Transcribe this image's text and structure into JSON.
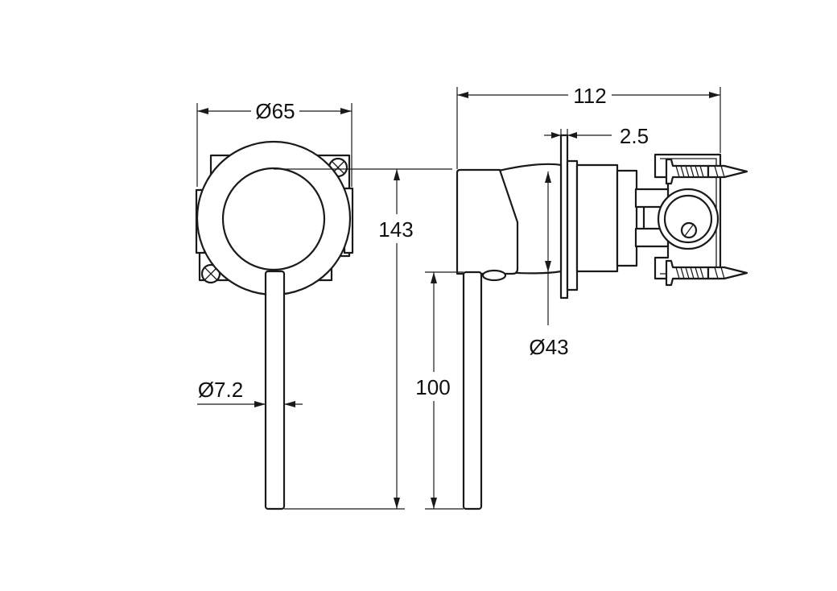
{
  "dimensions": {
    "outer_diameter": "Ø65",
    "handle_diameter": "Ø7.2",
    "overall_height": "143",
    "handle_length": "100",
    "overall_depth": "112",
    "flange_thickness": "2.5",
    "body_diameter": "Ø43"
  }
}
